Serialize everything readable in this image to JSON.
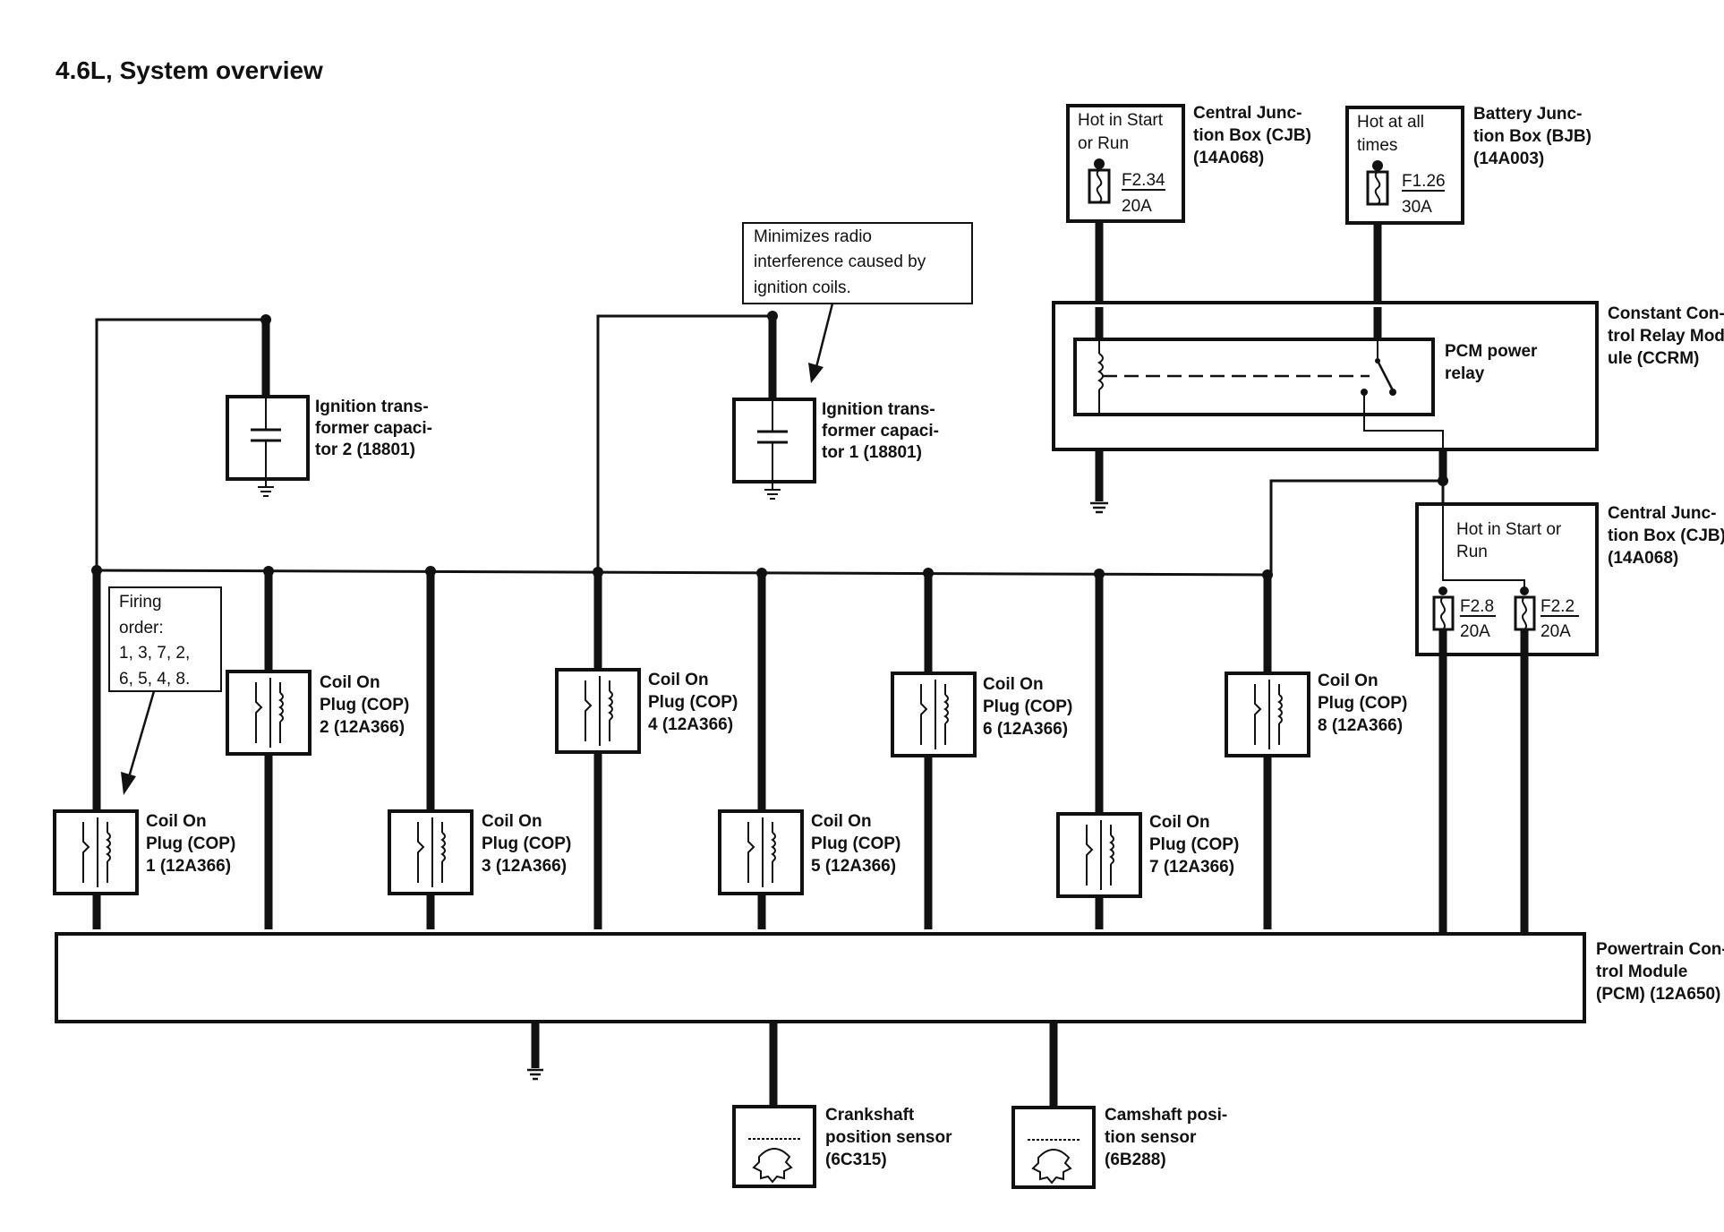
{
  "title": "4.6L, System overview",
  "notes": {
    "radio": [
      "Minimizes radio",
      "interference caused by",
      "ignition coils."
    ],
    "firing": [
      "Firing",
      "order:",
      "1, 3, 7, 2,",
      "6, 5, 4, 8."
    ]
  },
  "fuse_boxes": {
    "cjb_top_box": [
      "Hot in Start",
      "or Run"
    ],
    "cjb_top_fuse": [
      "F2.34",
      "20A"
    ],
    "cjb_top_label": [
      "Central Junc-",
      "tion Box (CJB)",
      "(14A068)"
    ],
    "bjb_box": [
      "Hot at all",
      "times"
    ],
    "bjb_fuse": [
      "F1.26",
      "30A"
    ],
    "bjb_label": [
      "Battery Junc-",
      "tion Box (BJB)",
      "(14A003)"
    ],
    "cjb_right_box": [
      "Hot in Start or",
      "Run"
    ],
    "cjb_right_fuse_a": [
      "F2.8",
      "20A"
    ],
    "cjb_right_fuse_b": [
      "F2.2",
      "20A"
    ],
    "cjb_right_label": [
      "Central Junc-",
      "tion Box (CJB)",
      "(14A068)"
    ]
  },
  "ccrm": {
    "relay_label": [
      "PCM power",
      "relay"
    ],
    "module_label": [
      "Constant Con-",
      "trol Relay Mod-",
      "ule (CCRM)"
    ]
  },
  "capacitors": {
    "cap2": [
      "Ignition trans-",
      "former capaci-",
      "tor 2 (18801)"
    ],
    "cap1": [
      "Ignition trans-",
      "former capaci-",
      "tor 1 (18801)"
    ]
  },
  "coils": {
    "c1": [
      "Coil On",
      "Plug (COP)",
      "1 (12A366)"
    ],
    "c2": [
      "Coil On",
      "Plug (COP)",
      "2 (12A366)"
    ],
    "c3": [
      "Coil On",
      "Plug (COP)",
      "3 (12A366)"
    ],
    "c4": [
      "Coil On",
      "Plug (COP)",
      "4 (12A366)"
    ],
    "c5": [
      "Coil On",
      "Plug (COP)",
      "5 (12A366)"
    ],
    "c6": [
      "Coil On",
      "Plug (COP)",
      "6 (12A366)"
    ],
    "c7": [
      "Coil On",
      "Plug (COP)",
      "7 (12A366)"
    ],
    "c8": [
      "Coil On",
      "Plug (COP)",
      "8 (12A366)"
    ]
  },
  "pcm_label": [
    "Powertrain Con-",
    "trol Module",
    "(PCM) (12A650)"
  ],
  "sensors": {
    "crank": [
      "Crankshaft",
      "position sensor",
      "(6C315)"
    ],
    "cam": [
      "Camshaft posi-",
      "tion sensor",
      "(6B288)"
    ]
  }
}
